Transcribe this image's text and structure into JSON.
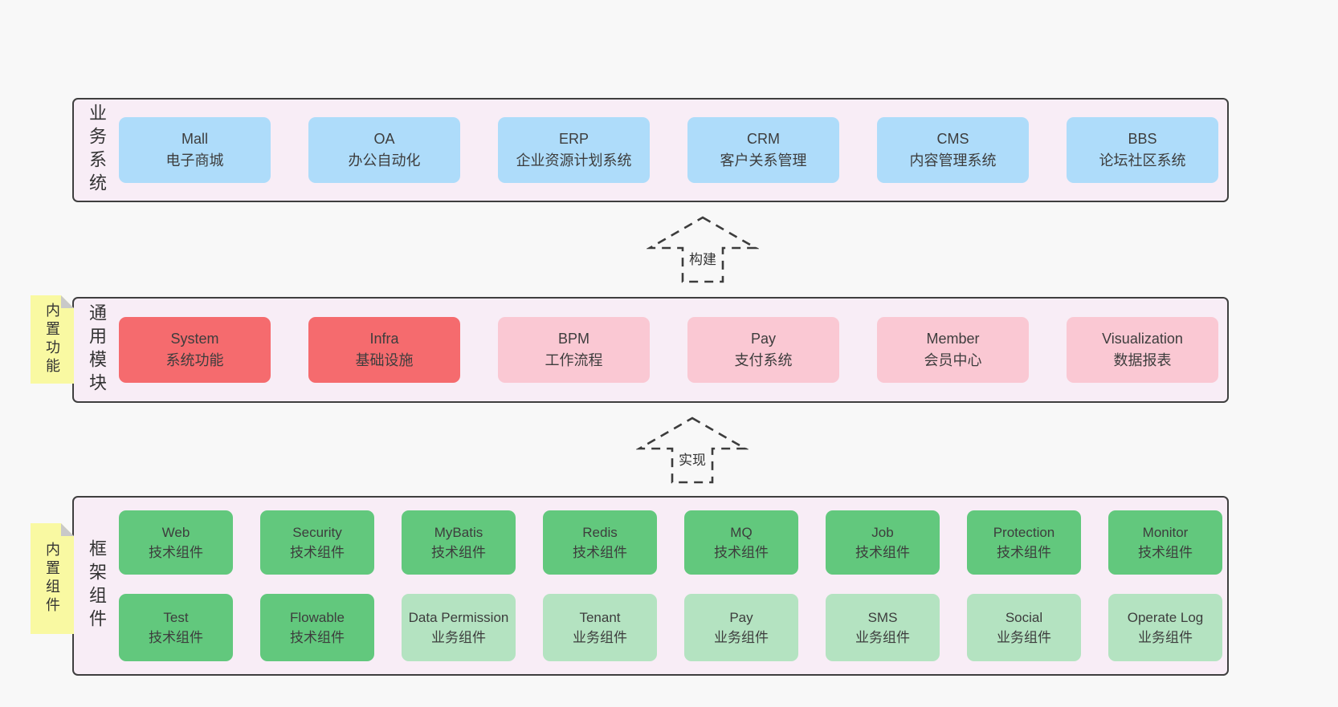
{
  "business": {
    "label": "业务系统",
    "boxes": [
      {
        "name": "Mall",
        "desc": "电子商城"
      },
      {
        "name": "OA",
        "desc": "办公自动化"
      },
      {
        "name": "ERP",
        "desc": "企业资源计划系统"
      },
      {
        "name": "CRM",
        "desc": "客户关系管理"
      },
      {
        "name": "CMS",
        "desc": "内容管理系统"
      },
      {
        "name": "BBS",
        "desc": "论坛社区系统"
      }
    ]
  },
  "modules": {
    "label": "通用模块",
    "sticky": "内置功能",
    "boxes": [
      {
        "name": "System",
        "desc": "系统功能"
      },
      {
        "name": "Infra",
        "desc": "基础设施"
      },
      {
        "name": "BPM",
        "desc": "工作流程"
      },
      {
        "name": "Pay",
        "desc": "支付系统"
      },
      {
        "name": "Member",
        "desc": "会员中心"
      },
      {
        "name": "Visualization",
        "desc": "数据报表"
      }
    ]
  },
  "framework": {
    "label": "框架组件",
    "sticky": "内置组件",
    "row1": [
      {
        "name": "Web",
        "desc": "技术组件"
      },
      {
        "name": "Security",
        "desc": "技术组件"
      },
      {
        "name": "MyBatis",
        "desc": "技术组件"
      },
      {
        "name": "Redis",
        "desc": "技术组件"
      },
      {
        "name": "MQ",
        "desc": "技术组件"
      },
      {
        "name": "Job",
        "desc": "技术组件"
      },
      {
        "name": "Protection",
        "desc": "技术组件"
      },
      {
        "name": "Monitor",
        "desc": "技术组件"
      }
    ],
    "row2": [
      {
        "name": "Test",
        "desc": "技术组件"
      },
      {
        "name": "Flowable",
        "desc": "技术组件"
      },
      {
        "name": "Data Permission",
        "desc": "业务组件"
      },
      {
        "name": "Tenant",
        "desc": "业务组件"
      },
      {
        "name": "Pay",
        "desc": "业务组件"
      },
      {
        "name": "SMS",
        "desc": "业务组件"
      },
      {
        "name": "Social",
        "desc": "业务组件"
      },
      {
        "name": "Operate Log",
        "desc": "业务组件"
      }
    ]
  },
  "arrows": {
    "build": "构建",
    "implement": "实现"
  },
  "colors": {
    "page_bg": "#f8f8f8",
    "band_bg": "#f8edf6",
    "border": "#3f3f3f",
    "blue": "#aedcfa",
    "red": "#f56b6e",
    "pink": "#fac8d3",
    "green": "#62c87d",
    "light_green": "#b4e3c1",
    "sticky": "#f9f9a2",
    "fold": "#c9c9c9"
  }
}
